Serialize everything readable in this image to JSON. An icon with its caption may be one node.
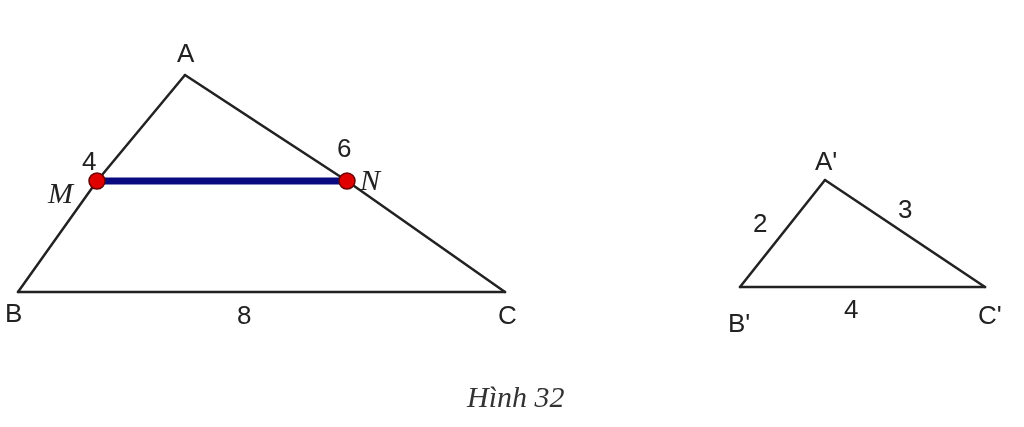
{
  "diagram": {
    "caption": "Hình 32",
    "nodes": [
      {
        "text": [
          "A"
        ]
      },
      {
        "text": [
          "M"
        ]
      },
      {
        "text": [
          "N"
        ]
      },
      {
        "text": [
          "B"
        ]
      },
      {
        "text": [
          "C"
        ]
      },
      {
        "text": [
          "A'"
        ]
      },
      {
        "text": [
          "B'"
        ]
      },
      {
        "text": [
          "C'"
        ]
      }
    ],
    "edges": [
      {
        "from": 0,
        "to": 1,
        "arrow": "none",
        "label": "4"
      },
      {
        "from": 1,
        "to": 3,
        "arrow": "none"
      },
      {
        "from": 0,
        "to": 2,
        "arrow": "none",
        "label": "6"
      },
      {
        "from": 2,
        "to": 4,
        "arrow": "none"
      },
      {
        "from": 3,
        "to": 4,
        "arrow": "none",
        "label": "8"
      },
      {
        "from": 1,
        "to": 2,
        "arrow": "none",
        "style": "thick",
        "color": "#0a0a80"
      },
      {
        "from": 5,
        "to": 6,
        "arrow": "none",
        "label": "2"
      },
      {
        "from": 5,
        "to": 7,
        "arrow": "none",
        "label": "3"
      },
      {
        "from": 6,
        "to": 7,
        "arrow": "none",
        "label": "4"
      }
    ]
  }
}
